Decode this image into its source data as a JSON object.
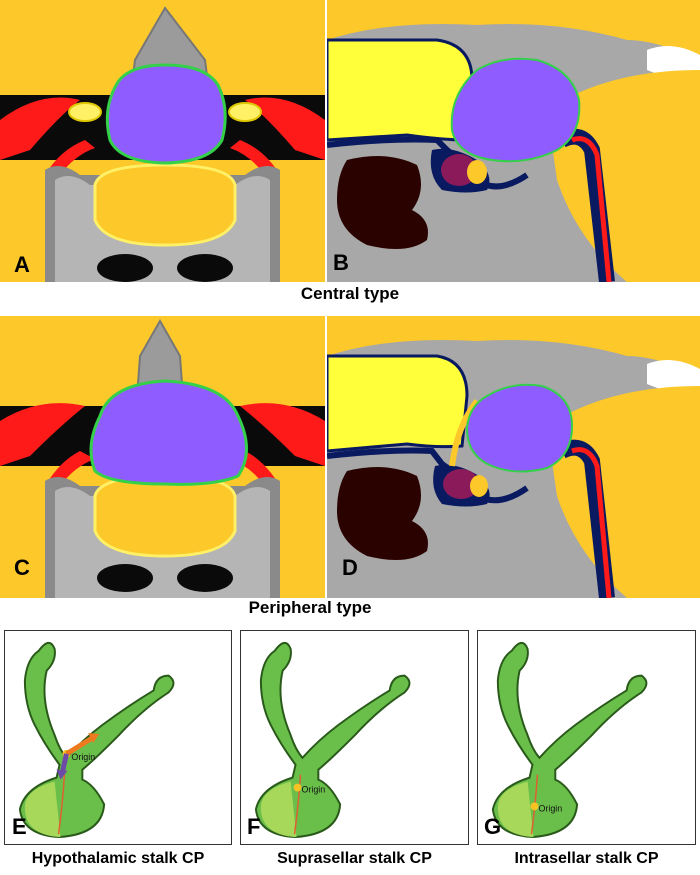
{
  "panels": {
    "A": "A",
    "B": "B",
    "C": "C",
    "D": "D",
    "E": "E",
    "F": "F",
    "G": "G"
  },
  "captions": {
    "central": "Central type",
    "peripheral": "Peripheral  type"
  },
  "stalk_panels": [
    {
      "label": "Hypothalamic stalk CP",
      "origin": "Origin"
    },
    {
      "label": "Suprasellar stalk CP",
      "origin": "Origin"
    },
    {
      "label": "Intrasellar stalk CP",
      "origin": "Origin"
    }
  ],
  "colors": {
    "tumor": "#8f5cff",
    "brain": "#fcc82a",
    "artery": "#ff1a1a",
    "bone": "#9b9b9b",
    "stalk": "#6abf4b",
    "pituitary_light": "#9fd45d"
  }
}
